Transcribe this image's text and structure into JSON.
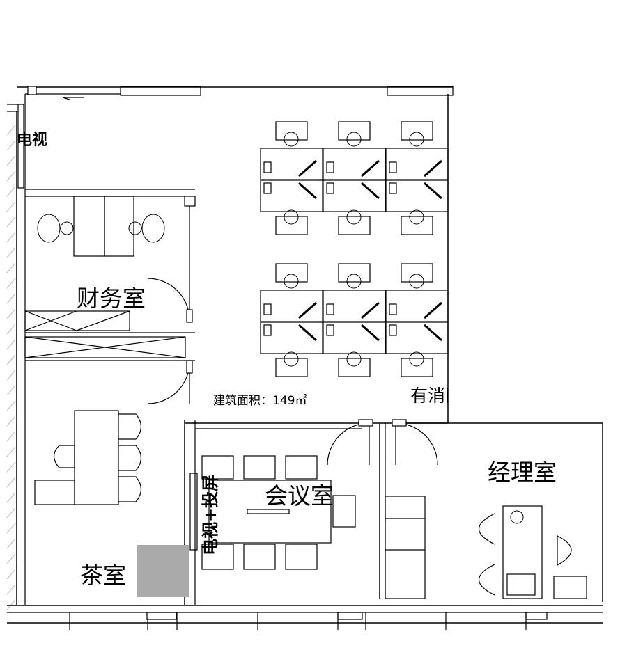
{
  "rooms": {
    "tv": "电视",
    "finance": "财务室",
    "area": "建筑面积：149㎡",
    "fire": "有消防",
    "manager": "经理室",
    "meeting": "会议室",
    "tv_screen": "电视+投屏",
    "tea": "茶室"
  },
  "colors": {
    "wall": "#000000",
    "line": "#333333",
    "grey_block": "#aaaaaa",
    "hatch": "#bbbbbb"
  }
}
